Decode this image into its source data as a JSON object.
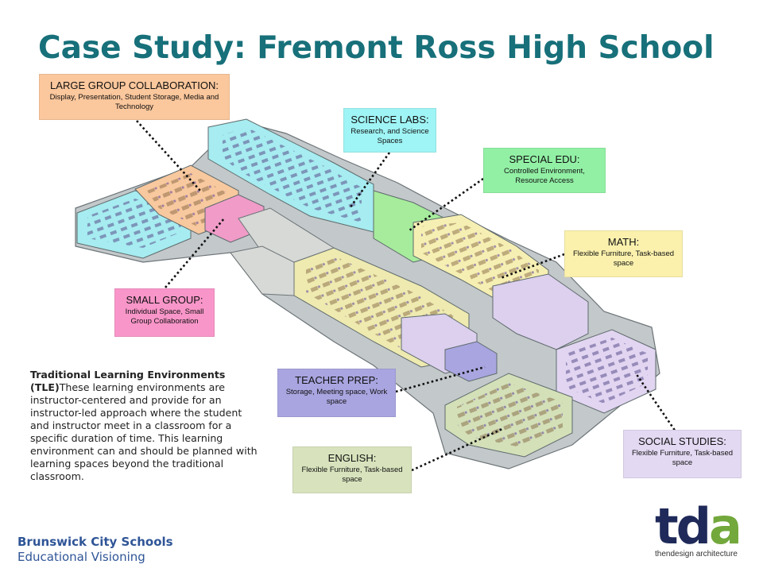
{
  "title": "Case Study: Fremont Ross High School",
  "labels": {
    "large_group": {
      "heading": "LARGE GROUP COLLABORATION:",
      "desc": "Display, Presentation, Student Storage, Media and Technology",
      "color": "#fbc79c"
    },
    "science": {
      "heading": "SCIENCE LABS:",
      "desc": "Research, and Science Spaces",
      "color": "#9ff4f5"
    },
    "special_edu": {
      "heading": "SPECIAL EDU:",
      "desc": "Controlled Environment, Resource Access",
      "color": "#92f0a5"
    },
    "math": {
      "heading": "MATH:",
      "desc": "Flexible Furniture, Task-based space",
      "color": "#fbf1ad"
    },
    "small_group": {
      "heading": "SMALL GROUP:",
      "desc": "Individual Space, Small Group Collaboration",
      "color": "#f996c9"
    },
    "teacher_prep": {
      "heading": "TEACHER PREP:",
      "desc": "Storage, Meeting space, Work space",
      "color": "#a9a5e0"
    },
    "english": {
      "heading": "ENGLISH:",
      "desc": "Flexible Furniture, Task-based space",
      "color": "#d8e3bd"
    },
    "social_studies": {
      "heading": "SOCIAL STUDIES:",
      "desc": "Flexible Furniture, Task-based space",
      "color": "#e3d9f2"
    }
  },
  "tle": {
    "label": "Traditional Learning Environments (TLE)",
    "body": "These learning environments are instructor-centered and provide for an instructor-led approach where the student and instructor meet in a classroom for a specific duration of time. This learning environment can and should be planned with learning spaces beyond the traditional classroom."
  },
  "footer": {
    "org": "Brunswick City Schools",
    "sub": "Educational Visioning"
  },
  "logo": {
    "mark_t": "t",
    "mark_d": "d",
    "mark_a": "a",
    "tagline": "thendesign architecture",
    "color_td": "#1f2a5a",
    "color_a": "#72a83c"
  },
  "colors": {
    "title": "#17707a",
    "wall": "#8d9597",
    "floor": "#e8e6df"
  }
}
